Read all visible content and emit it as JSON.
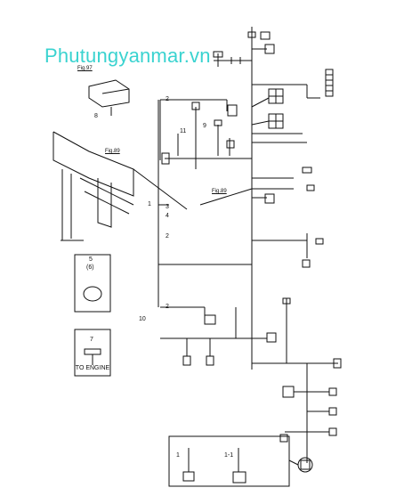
{
  "watermark": "Phutungyanmar.vn",
  "figure_refs": {
    "fig97": "Fig.97",
    "fig89a": "Fig.89",
    "fig89b": "Fig.89"
  },
  "callouts": {
    "c1": "1",
    "c2a": "2",
    "c2b": "2",
    "c2c": "2",
    "c3": "3",
    "c4": "4",
    "c5": "5",
    "c5sub": "(6)",
    "c7": "7",
    "c8": "8",
    "c9": "9",
    "c10": "10",
    "c11": "11",
    "detail_1": "1",
    "detail_1_1": "1-1"
  },
  "box_text": {
    "to_engine": "TO ENGINE"
  },
  "colors": {
    "line": "#111111",
    "watermark": "#3ad3d0"
  }
}
